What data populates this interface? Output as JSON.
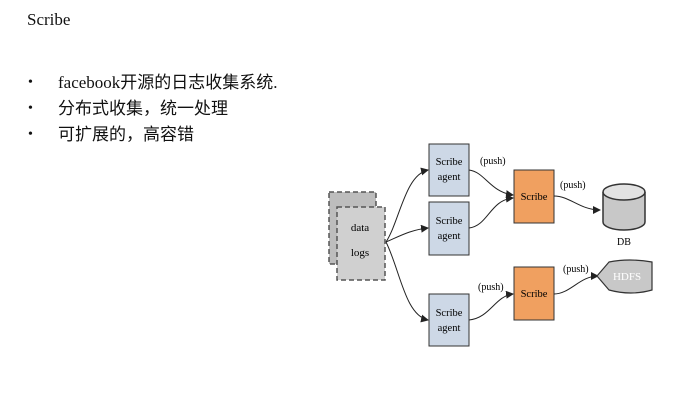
{
  "title": "Scribe",
  "bullets": [
    "facebook开源的日志收集系统.",
    "分布式收集，统一处理",
    "可扩展的，高容错"
  ],
  "diagram": {
    "source": {
      "line1": "data",
      "line2": "logs"
    },
    "agents": [
      {
        "line1": "Scribe",
        "line2": "agent"
      },
      {
        "line1": "Scribe",
        "line2": "agent"
      },
      {
        "line1": "Scribe",
        "line2": "agent"
      }
    ],
    "servers": [
      {
        "label": "Scribe"
      },
      {
        "label": "Scribe"
      }
    ],
    "push_labels": [
      "(push)",
      "(push)",
      "(push)",
      "(push)"
    ],
    "db_label": "DB",
    "hdfs_label": "HDFS",
    "colors": {
      "agent_fill": "#cdd8e6",
      "server_fill": "#f0a060",
      "storage_fill": "#c8c8c8",
      "source_fill": "#cfcfcf"
    }
  }
}
